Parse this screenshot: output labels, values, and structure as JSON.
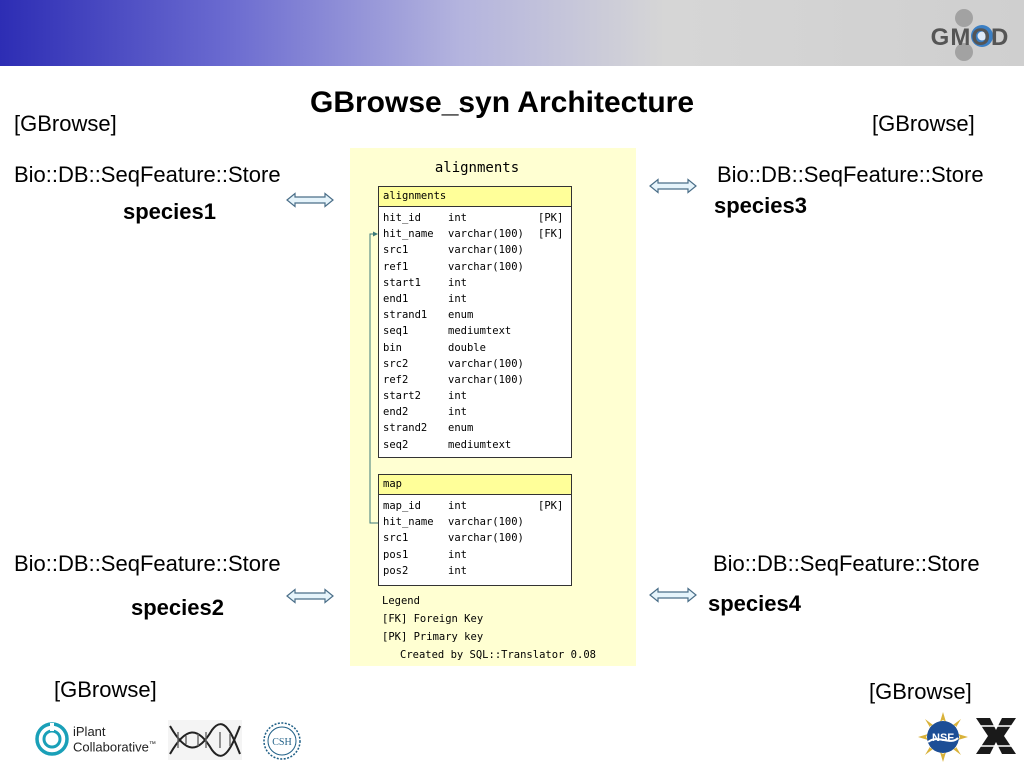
{
  "slide": {
    "title": "GBrowse_syn Architecture",
    "header_colors": {
      "left": "#2d2db4",
      "right": "#cfcfcf"
    }
  },
  "logos": {
    "top_right": "GMOD",
    "iplant_line1": "iPlant",
    "iplant_line2": "Collaborative",
    "iplant_tm": "™",
    "cshl": "CSH",
    "nsf": "NSF"
  },
  "corners": {
    "top_left": {
      "gbrowse": "[GBrowse]",
      "store": "Bio::DB::SeqFeature::Store",
      "species": "species1"
    },
    "top_right": {
      "gbrowse": "[GBrowse]",
      "store": "Bio::DB::SeqFeature::Store",
      "species": "species3"
    },
    "bottom_left": {
      "gbrowse": "[GBrowse]",
      "store": "Bio::DB::SeqFeature::Store",
      "species": "species2"
    },
    "bottom_right": {
      "gbrowse": "[GBrowse]",
      "store": "Bio::DB::SeqFeature::Store",
      "species": "species4"
    }
  },
  "schema": {
    "heading": "alignments",
    "panel_color": "#ffffd2",
    "header_color": "#ffff99",
    "tables": [
      {
        "name": "alignments",
        "columns": [
          {
            "name": "hit_id",
            "type": "int",
            "key": "[PK]"
          },
          {
            "name": "hit_name",
            "type": "varchar(100)",
            "key": "[FK]"
          },
          {
            "name": "src1",
            "type": "varchar(100)",
            "key": ""
          },
          {
            "name": "ref1",
            "type": "varchar(100)",
            "key": ""
          },
          {
            "name": "start1",
            "type": "int",
            "key": ""
          },
          {
            "name": "end1",
            "type": "int",
            "key": ""
          },
          {
            "name": "strand1",
            "type": "enum",
            "key": ""
          },
          {
            "name": "seq1",
            "type": "mediumtext",
            "key": ""
          },
          {
            "name": "bin",
            "type": "double",
            "key": ""
          },
          {
            "name": "src2",
            "type": "varchar(100)",
            "key": ""
          },
          {
            "name": "ref2",
            "type": "varchar(100)",
            "key": ""
          },
          {
            "name": "start2",
            "type": "int",
            "key": ""
          },
          {
            "name": "end2",
            "type": "int",
            "key": ""
          },
          {
            "name": "strand2",
            "type": "enum",
            "key": ""
          },
          {
            "name": "seq2",
            "type": "mediumtext",
            "key": ""
          }
        ]
      },
      {
        "name": "map",
        "columns": [
          {
            "name": "map_id",
            "type": "int",
            "key": "[PK]"
          },
          {
            "name": "hit_name",
            "type": "varchar(100)",
            "key": ""
          },
          {
            "name": "src1",
            "type": "varchar(100)",
            "key": ""
          },
          {
            "name": "pos1",
            "type": "int",
            "key": ""
          },
          {
            "name": "pos2",
            "type": "int",
            "key": ""
          }
        ]
      }
    ],
    "legend": {
      "title": "Legend",
      "fk": "[FK]  Foreign Key",
      "pk": "[PK]  Primary key",
      "created": "Created by SQL::Translator 0.08"
    }
  }
}
